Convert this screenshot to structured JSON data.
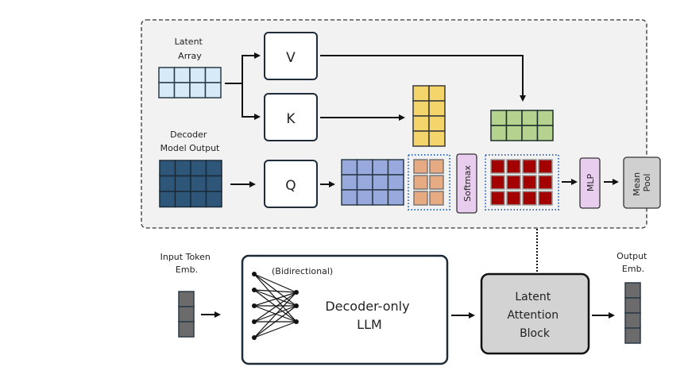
{
  "attention_block": {
    "latent_array_label": [
      "Latent",
      "Array"
    ],
    "decoder_output_label": [
      "Decoder",
      "Model Output"
    ],
    "v_label": "V",
    "k_label": "K",
    "q_label": "Q",
    "softmax_label": "Softmax",
    "mlp_label": "MLP",
    "mean_pool_label": [
      "Mean",
      "Pool"
    ]
  },
  "pipeline": {
    "input_label": [
      "Input Token",
      "Emb."
    ],
    "bidirectional_label": "(Bidirectional)",
    "llm_label": [
      "Decoder-only",
      "LLM"
    ],
    "latent_block_label": [
      "Latent",
      "Attention",
      "Block"
    ],
    "output_label": [
      "Output",
      "Emb."
    ]
  },
  "colors": {
    "panel_bg": "#f2f2f2",
    "latent_array": "#d6eaf8",
    "decoder_output": "#2e5679",
    "query_result": "#97a9dd",
    "key_matrix": "#f4d56c",
    "value_matrix": "#b5d38f",
    "scores": "#e6ab82",
    "attention": "#a40000",
    "softmax_fill": "#e8cdef",
    "mlp_fill": "#e8cdef",
    "mean_pool_fill": "#d0d0d0",
    "latent_block_fill": "#d3d3d3",
    "token_fill": "#6b6b6b",
    "dotted_border": "#3b73c4"
  }
}
